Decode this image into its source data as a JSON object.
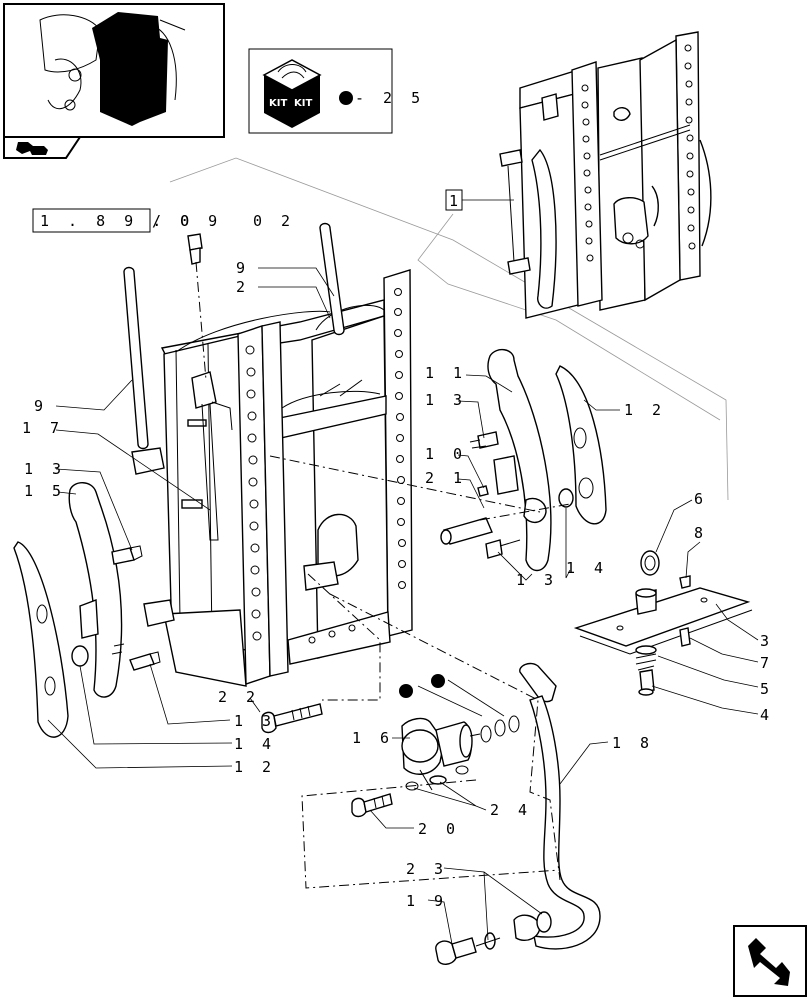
{
  "kit": {
    "cube_text_1": "KIT",
    "cube_text_2": "KIT",
    "ref_text": "- 2 5"
  },
  "reference_box": "1 . 8 9 . 0",
  "reference_suffix": "/ 0 9",
  "reference_extra": "0 2",
  "detail_ref": "1",
  "callouts": [
    {
      "id": "c9a",
      "text": "9"
    },
    {
      "id": "c2",
      "text": "2"
    },
    {
      "id": "c9b",
      "text": "9"
    },
    {
      "id": "c17",
      "text": "1 7"
    },
    {
      "id": "c13a",
      "text": "1 3"
    },
    {
      "id": "c15",
      "text": "1 5"
    },
    {
      "id": "c11",
      "text": "1 1"
    },
    {
      "id": "c13b",
      "text": "1 3"
    },
    {
      "id": "c10",
      "text": "1 0"
    },
    {
      "id": "c21",
      "text": "2 1"
    },
    {
      "id": "c12a",
      "text": "1 2"
    },
    {
      "id": "c13c",
      "text": "1 3"
    },
    {
      "id": "c14a",
      "text": "1 4"
    },
    {
      "id": "c6",
      "text": "6"
    },
    {
      "id": "c8",
      "text": "8"
    },
    {
      "id": "c3",
      "text": "3"
    },
    {
      "id": "c7",
      "text": "7"
    },
    {
      "id": "c5",
      "text": "5"
    },
    {
      "id": "c4",
      "text": "4"
    },
    {
      "id": "c22",
      "text": "2 2"
    },
    {
      "id": "c13d",
      "text": "1 3"
    },
    {
      "id": "c14b",
      "text": "1 4"
    },
    {
      "id": "c12b",
      "text": "1 2"
    },
    {
      "id": "c16",
      "text": "1 6"
    },
    {
      "id": "c18",
      "text": "1 8"
    },
    {
      "id": "c24",
      "text": "2 4"
    },
    {
      "id": "c20",
      "text": "2 0"
    },
    {
      "id": "c23",
      "text": "2 3"
    },
    {
      "id": "c19",
      "text": "1 9"
    }
  ],
  "icons": {
    "thumbnail": "tractor-location-thumbnail",
    "nav_corner": "next-page-arrow-icon",
    "nav_back": "previous-page-icon"
  }
}
